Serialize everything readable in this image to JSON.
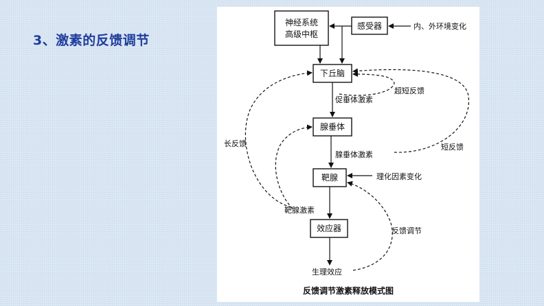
{
  "heading": "3、激素的反馈调节",
  "diagram": {
    "nodes": {
      "cns_line1": "神经系统",
      "cns_line2": "高级中枢",
      "receptor": "感受器",
      "hypothalamus": "下丘脑",
      "pituitary": "腺垂体",
      "target_gland": "靶腺",
      "effector": "效应器"
    },
    "labels": {
      "env_change": "内、外环境变化",
      "releasing_hormone": "促垂体激素",
      "ultra_short_feedback": "超短反馈",
      "long_feedback": "长反馈",
      "pituitary_hormone": "腺垂体激素",
      "short_feedback": "短反馈",
      "physchem_change": "理化因素变化",
      "target_hormone": "靶腺激素",
      "feedback_regulation": "反馈调节",
      "physiological_effect": "生理效应"
    },
    "caption": "反馈调节激素释放模式图"
  }
}
